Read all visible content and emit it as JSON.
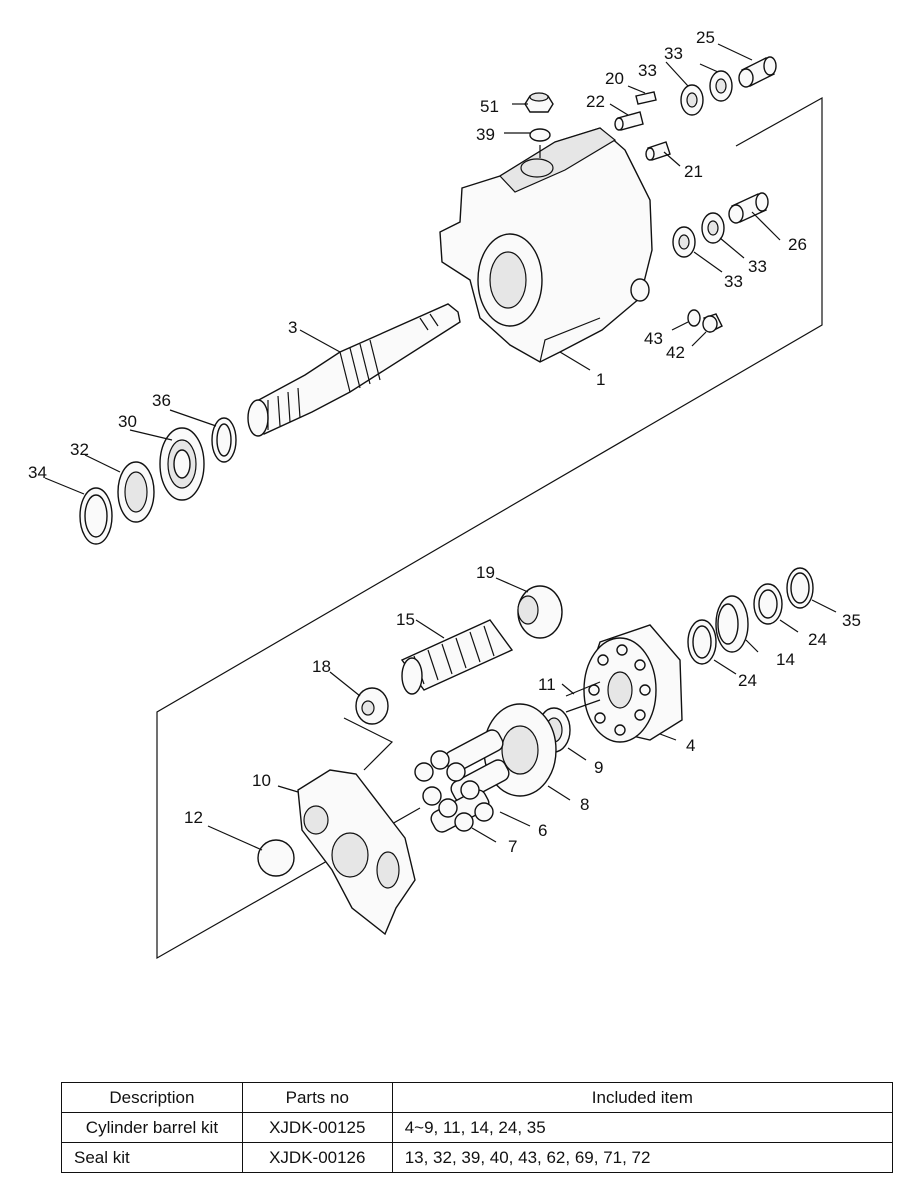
{
  "diagram": {
    "callouts": {
      "c1": "1",
      "c3": "3",
      "c4": "4",
      "c6": "6",
      "c7": "7",
      "c8": "8",
      "c9": "9",
      "c10": "10",
      "c11": "11",
      "c12": "12",
      "c14": "14",
      "c15": "15",
      "c18": "18",
      "c19": "19",
      "c20": "20",
      "c21": "21",
      "c22": "22",
      "c24a": "24",
      "c24b": "24",
      "c25": "25",
      "c26": "26",
      "c30": "30",
      "c32": "32",
      "c33a": "33",
      "c33b": "33",
      "c33c": "33",
      "c33d": "33",
      "c34": "34",
      "c35": "35",
      "c36": "36",
      "c39": "39",
      "c42": "42",
      "c43": "43",
      "c51": "51"
    }
  },
  "table": {
    "headers": {
      "description": "Description",
      "parts_no": "Parts no",
      "included": "Included item"
    },
    "rows": [
      {
        "description": "Cylinder barrel kit",
        "parts_no": "XJDK-00125",
        "included": "4~9, 11, 14, 24, 35"
      },
      {
        "description": "Seal kit",
        "parts_no": "XJDK-00126",
        "included": "13, 32, 39, 40, 43, 62, 69, 71, 72"
      }
    ]
  }
}
